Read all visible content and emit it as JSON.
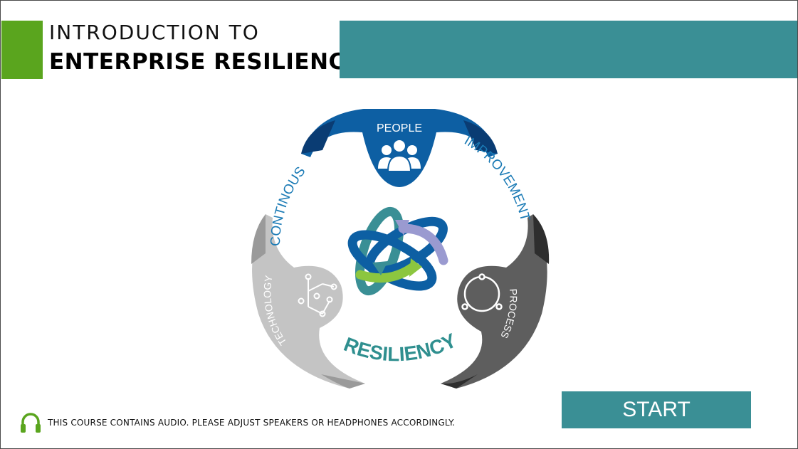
{
  "header": {
    "title_line1": "INTRODUCTION TO",
    "title_line2": "ENTERPRISE RESILIENCY"
  },
  "diagram": {
    "segments": {
      "people": "PEOPLE",
      "process": "PROCESS",
      "technology": "TECHNOLOGY"
    },
    "arc_labels": {
      "continous": "CONTINOUS",
      "improvement": "IMPROVEMENT",
      "resiliency": "RESILIENCY"
    },
    "icons": [
      "people-group-icon",
      "cycle-arrows-icon",
      "circuit-nodes-icon",
      "trinity-knot-icon"
    ]
  },
  "footer": {
    "audio_note": "THIS COURSE CONTAINS AUDIO. PLEASE ADJUST SPEAKERS OR HEADPHONES ACCORDINGLY.",
    "audio_icon": "headphones-icon",
    "start_label": "START"
  },
  "colors": {
    "brand_green": "#5aa51e",
    "brand_teal": "#3a8f95",
    "people_blue": "#0d5fa3",
    "process_gray": "#5e5e5e",
    "technology_gray": "#c4c4c4",
    "resiliency_teal": "#2f8f8f"
  }
}
